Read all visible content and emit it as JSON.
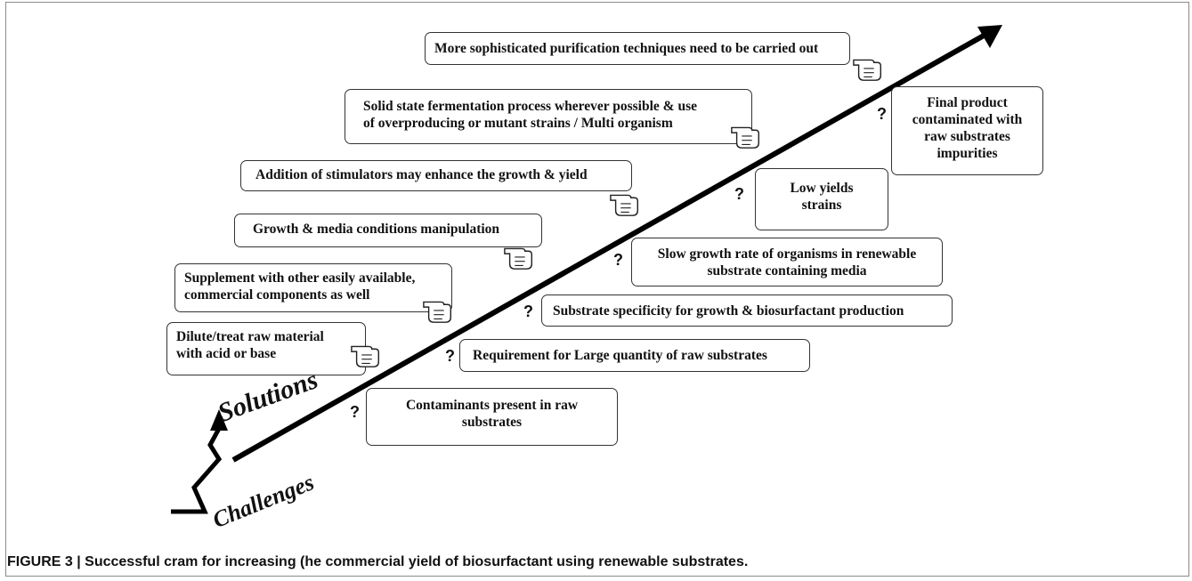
{
  "solutions": [
    {
      "lines": [
        "More sophisticated purification techniques need to be carried out"
      ]
    },
    {
      "lines": [
        "Solid state fermentation process wherever possible & use",
        "of overproducing or mutant strains / Multi organism"
      ]
    },
    {
      "lines": [
        "Addition of stimulators may enhance the growth & yield"
      ]
    },
    {
      "lines": [
        "Growth & media conditions manipulation"
      ]
    },
    {
      "lines": [
        "Supplement with other easily available,",
        "commercial components as well"
      ]
    },
    {
      "lines": [
        "Dilute/treat raw material",
        "with acid or base"
      ]
    }
  ],
  "challenges": [
    {
      "lines": [
        "Final product",
        "contaminated with",
        "raw substrates",
        "impurities"
      ]
    },
    {
      "lines": [
        "Low yields",
        "strains"
      ]
    },
    {
      "lines": [
        "Slow growth rate of organisms in renewable",
        "substrate containing media"
      ]
    },
    {
      "lines": [
        "Substrate specificity for growth & biosurfactant production"
      ]
    },
    {
      "lines": [
        "Requirement for Large quantity of raw substrates"
      ]
    },
    {
      "lines": [
        "Contaminants present in raw",
        "substrates"
      ]
    }
  ],
  "question_mark": "?",
  "labels": {
    "solutions": "Solutions",
    "challenges": "Challenges"
  },
  "icons": {
    "pointer": "pointing-hand-icon",
    "question": "question-mark"
  },
  "caption": "FIGURE 3 | Successful cram for increasing (he commercial yield of biosurfactant using renewable substrates."
}
